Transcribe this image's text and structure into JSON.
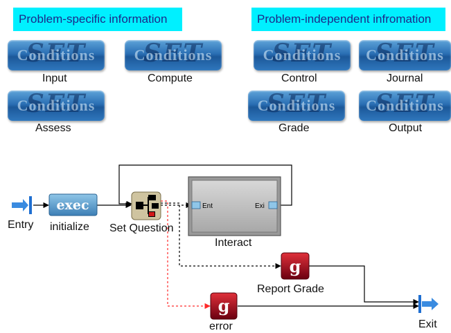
{
  "headers": {
    "specific": "Problem-specific information",
    "independent": "Problem-independent infromation"
  },
  "set_button": {
    "watermark": "SET",
    "label": "Conditions"
  },
  "conditions": {
    "input": "Input",
    "compute": "Compute",
    "assess": "Assess",
    "control": "Control",
    "journal": "Journal",
    "grade": "Grade",
    "output": "Output"
  },
  "flow": {
    "entry": "Entry",
    "exec_icon_text": "exec",
    "initialize": "initialize",
    "set_question": "Set Question",
    "interact": "Interact",
    "interact_port_in": "Ent",
    "interact_port_out": "Exi",
    "report_grade": "Report Grade",
    "error": "error",
    "exit": "Exit",
    "g_icon_text": "g"
  },
  "colors": {
    "header_bg": "#00f0ff",
    "button_blue": "#2a6fb4",
    "g_red": "#b0001a",
    "error_wire": "#ff2a2a"
  }
}
